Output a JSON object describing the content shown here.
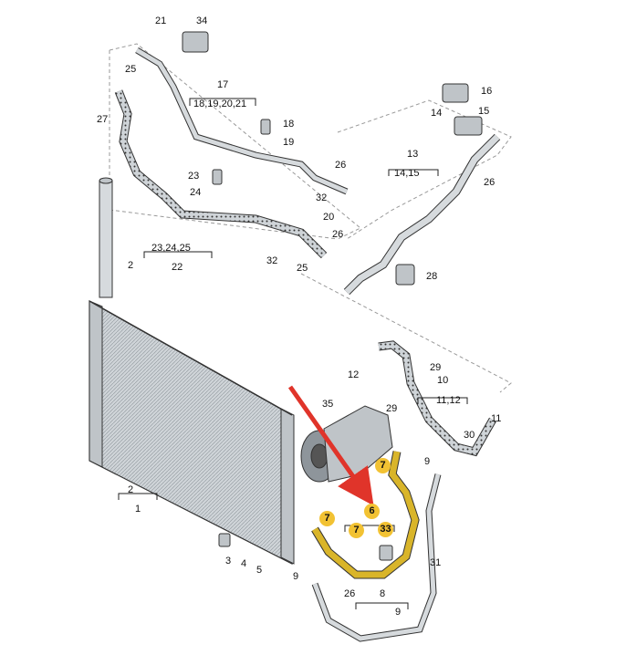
{
  "callouts": {
    "c21": "21",
    "c34": "34",
    "c25a": "25",
    "c27": "27",
    "c17": "17",
    "c17sub": "18,19,20,21",
    "c18": "18",
    "c19": "19",
    "c23": "23",
    "c24": "24",
    "c26a": "26",
    "c32a": "32",
    "c20": "20",
    "c26b": "26",
    "c25b": "25",
    "c32b": "32",
    "c2a": "2",
    "c22": "22",
    "c22sub": "23,24,25",
    "c16": "16",
    "c14": "14",
    "c15": "15",
    "c13": "13",
    "c13sub": "14,15",
    "c26c": "26",
    "c28": "28",
    "c29a": "29",
    "c12": "12",
    "c10": "10",
    "c10sub": "11,12",
    "c11": "11",
    "c35": "35",
    "c29b": "29",
    "c30": "30",
    "c9a": "9",
    "c2b": "2",
    "c1": "1",
    "c3": "3",
    "c4": "4",
    "c5": "5",
    "c9b": "9",
    "c26d": "26",
    "c8": "8",
    "c9c": "9",
    "c31": "31"
  },
  "highlighted": {
    "h7a": "7",
    "h6": "6",
    "h7b": "7",
    "h7c": "7",
    "h33": "33"
  },
  "colors": {
    "highlight": "#f2c233",
    "arrow": "#e0342a",
    "hose": "#d9b52a"
  }
}
